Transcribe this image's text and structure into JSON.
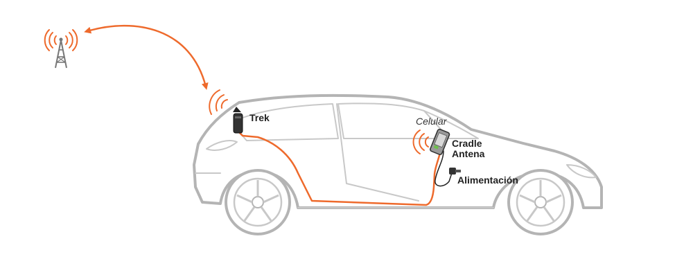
{
  "labels": {
    "trek": "Trek",
    "celular": "Celular",
    "cradle": "Cradle",
    "antena": "Antena",
    "alimentacion": "Alimentación"
  },
  "icons": {
    "tower": "cell-tower-icon",
    "booster": "trek-booster-icon",
    "phone": "phone-cradle-icon",
    "power": "power-adapter-icon"
  },
  "colors": {
    "accent": "#ee6a2c",
    "car_outline": "#b4b4b4",
    "tower": "#777777",
    "text": "#222222"
  }
}
